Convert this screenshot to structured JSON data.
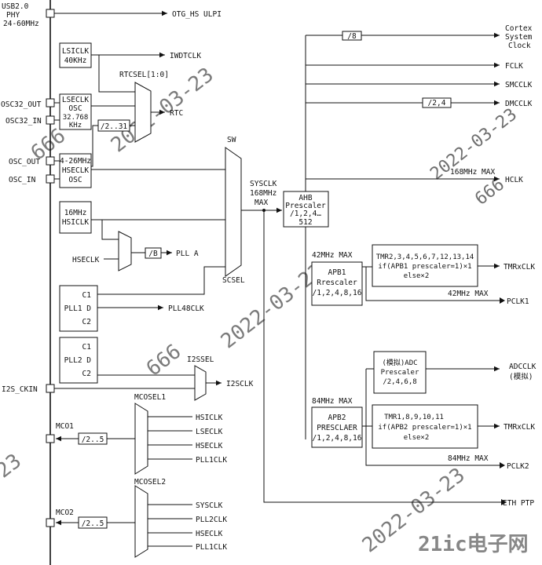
{
  "left_pins": {
    "usb_phy": [
      "USB2.0",
      "PHY",
      "24-60MHz"
    ],
    "osc32_out": "OSC32_OUT",
    "osc32_in": "OSC32_IN",
    "osc_out": "OSC_OUT",
    "osc_in": "OSC_IN",
    "i2s_ckin": "I2S_CKIN",
    "mco1": "MCO1",
    "mco2": "MCO2"
  },
  "blocks": {
    "lsiclk": [
      "LSICLK",
      "40KHz"
    ],
    "lseclk": [
      "LSECLK",
      "OSC",
      "32.768",
      "KHz"
    ],
    "hseclk": [
      "4-26MHz",
      "HSECLK",
      "OSC"
    ],
    "hsiclk": [
      "16MHz",
      "HSICLK"
    ],
    "pll1": [
      "C1",
      "PLL1 D",
      "C2"
    ],
    "pll2": [
      "C1",
      "PLL2 D",
      "C2"
    ],
    "ahb": [
      "AHB",
      "Prescaler",
      "/1,2,4…",
      "512"
    ],
    "apb1": [
      "APB1",
      "Rrescaler",
      "/1,2,4,8,16"
    ],
    "apb2": [
      "APB2",
      "PRESCLAER",
      "/1,2,4,8,16"
    ],
    "tmr_apb1": [
      "TMR2,3,4,5,6,7,12,13,14",
      "if(APB1 prescaler=1)×1",
      "else×2"
    ],
    "tmr_apb2": [
      "TMR1,8,9,10,11",
      "if(APB2 prescaler=1)×1",
      "else×2"
    ],
    "adc": [
      "(模拟)ADC",
      "Prescaler",
      "/2,4,6,8"
    ]
  },
  "dividers": {
    "rtc_div": "/2..31",
    "pll_b": "/B",
    "cortex_div": "/8",
    "dmc_div": "/2,4",
    "mco1_div": "/2..5",
    "mco2_div": "/2..5"
  },
  "mux_labels": {
    "rtcsel": "RTCSEL[1:0]",
    "sw": "SW",
    "scsel": "SCSEL",
    "i2ssel": "I2SSEL",
    "mcosel1": "MCOSEL1",
    "mcosel2": "MCOSEL2"
  },
  "signals": {
    "otg_hs_ulpi": "OTG_HS ULPI",
    "iwdtclk": "IWDTCLK",
    "rtc": "RTC",
    "hseclk_in": "HSECLK",
    "pll_a": "PLL A",
    "pll48clk": "PLL48CLK",
    "i2sclk": "I2SCLK",
    "sysclk": [
      "SYSCLK",
      "168MHz",
      "MAX"
    ],
    "mco1_inputs": [
      "HSICLK",
      "LSECLK",
      "HSECLK",
      "PLL1CLK"
    ],
    "mco2_inputs": [
      "SYSCLK",
      "PLL2CLK",
      "HSECLK",
      "PLL1CLK"
    ]
  },
  "outputs": {
    "cortex": [
      "Cortex",
      "System",
      "Clock"
    ],
    "fclk": "FCLK",
    "smcclk": "SMCCLK",
    "dmcclk": "DMCCLK",
    "hclk_max": "168MHz MAX",
    "hclk": "HCLK",
    "apb1_max": "42MHz MAX",
    "tmrxclk1": "TMRxCLK",
    "pclk1_max": "42MHz MAX",
    "pclk1": "PCLK1",
    "adcclk": [
      "ADCCLK",
      "(模拟)"
    ],
    "apb2_max": "84MHz MAX",
    "tmrxclk2": "TMRxCLK",
    "pclk2_max": "84MHz MAX",
    "pclk2": "PCLK2",
    "eth_ptp": "ETH PTP"
  },
  "watermarks": [
    "2022-03-23",
    "666",
    "2022-03-23",
    "666",
    "2022-03-23",
    "23",
    "2022-03-23",
    "666"
  ],
  "logo": "21ic电子网"
}
